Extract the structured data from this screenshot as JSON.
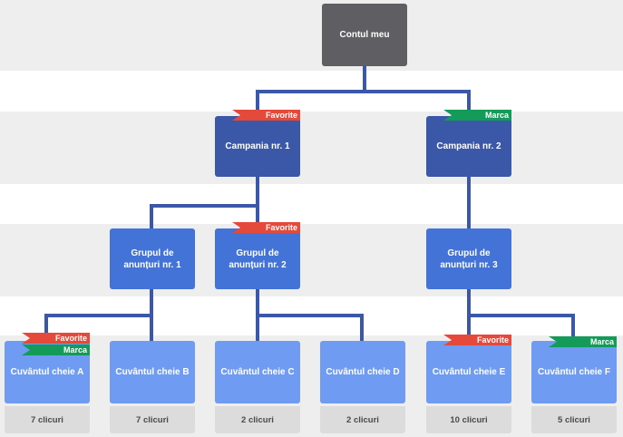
{
  "colors": {
    "root": "#5f5f63",
    "campaign": "#3b58a8",
    "group": "#4373d6",
    "keyword": "#6f9cf2",
    "connector": "#3b58a8",
    "flag_favorite": "#e5493a",
    "flag_marca": "#149b5a",
    "band": "#eeeeee",
    "stats_bg": "#dcdcdc"
  },
  "root": {
    "label": "Contul meu"
  },
  "campaigns": [
    {
      "label": "Campania nr. 1",
      "flag": "Favorite"
    },
    {
      "label": "Campania nr. 2",
      "flag": "Marca"
    }
  ],
  "groups": [
    {
      "label": "Grupul de anunțuri nr. 1"
    },
    {
      "label": "Grupul de anunțuri nr. 2",
      "flag": "Favorite"
    },
    {
      "label": "Grupul de anunțuri nr. 3"
    }
  ],
  "keywords": [
    {
      "label": "Cuvântul cheie A",
      "clicks": "7 clicuri",
      "flags": [
        "Favorite",
        "Marca"
      ]
    },
    {
      "label": "Cuvântul cheie B",
      "clicks": "7 clicuri"
    },
    {
      "label": "Cuvântul cheie C",
      "clicks": "2 clicuri"
    },
    {
      "label": "Cuvântul cheie D",
      "clicks": "2 clicuri"
    },
    {
      "label": "Cuvântul cheie E",
      "clicks": "10 clicuri",
      "flags": [
        "Favorite"
      ]
    },
    {
      "label": "Cuvântul cheie F",
      "clicks": "5 clicuri",
      "flags": [
        "Marca"
      ]
    }
  ]
}
